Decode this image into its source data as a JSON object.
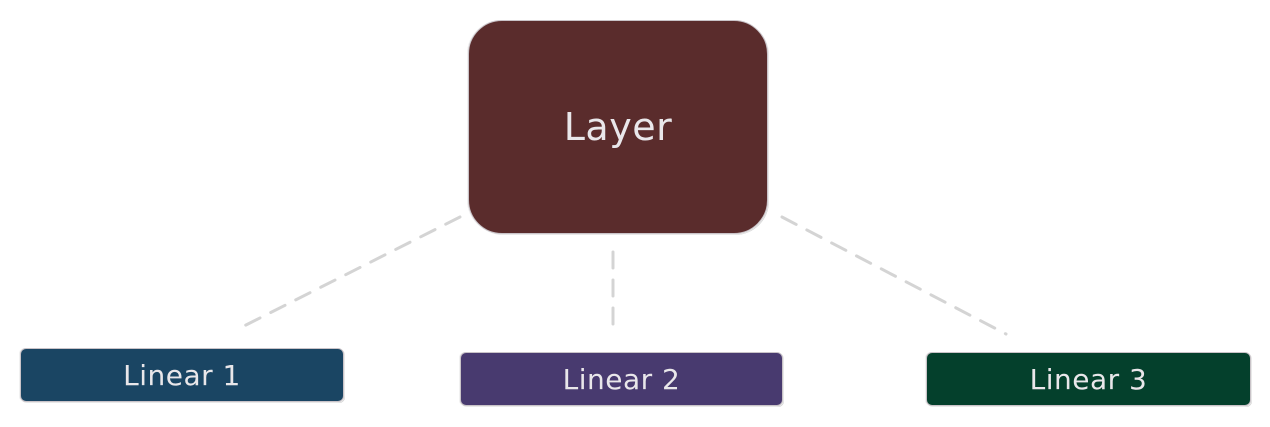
{
  "diagram": {
    "type": "hierarchy",
    "root": {
      "label": "Layer",
      "fill": "#5a2c2c"
    },
    "children": [
      {
        "label": "Linear 1",
        "fill": "#1a4563"
      },
      {
        "label": "Linear 2",
        "fill": "#483a6f"
      },
      {
        "label": "Linear 3",
        "fill": "#04402c"
      }
    ],
    "edges": [
      {
        "from": "Layer",
        "to": "Linear 1",
        "style": "dashed"
      },
      {
        "from": "Layer",
        "to": "Linear 2",
        "style": "dashed"
      },
      {
        "from": "Layer",
        "to": "Linear 3",
        "style": "dashed"
      }
    ],
    "edge_color": "#d4d4d4",
    "text_color": "#e9e7ea"
  }
}
